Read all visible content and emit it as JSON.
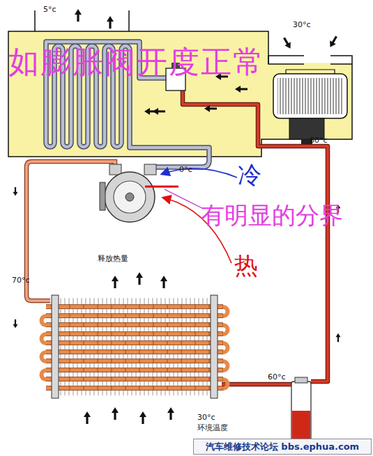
{
  "diagram": {
    "nodes": [
      {
        "text": [
          "如膨胀阀开度正常"
        ]
      },
      {
        "text": [
          "汽车维修技术论坛 bbs.ephua.com"
        ]
      }
    ],
    "labels": [
      "5°c",
      "30°c",
      "60°c",
      "0°c",
      "冷",
      "有明显的分界",
      "热",
      "释放热量",
      "70°c",
      "60°c",
      "30°c",
      "环境温度"
    ]
  }
}
